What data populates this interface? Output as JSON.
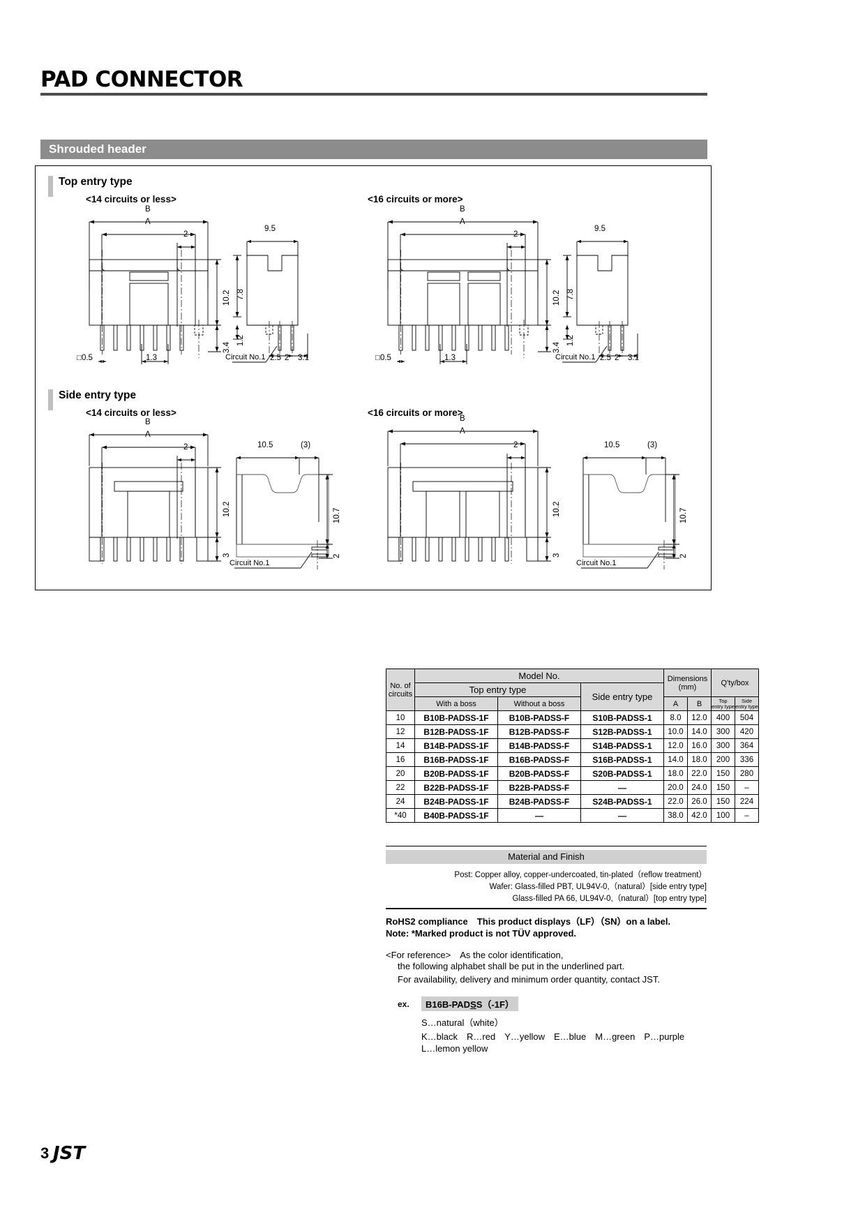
{
  "header": {
    "title": "PAD CONNECTOR",
    "section": "Shrouded header"
  },
  "groups": [
    {
      "label": "Top entry type",
      "variants": [
        {
          "caption": "<14 circuits or less>"
        },
        {
          "caption": "<16 circuits or more>"
        }
      ],
      "dimensions": {
        "B": "B",
        "A": "A",
        "pitch": "2",
        "height": "10.2",
        "tail": "3.4",
        "depth": "9.5",
        "body_h": "7.8",
        "lead_h": "1.2",
        "post": "□0.5",
        "edge": "1.3",
        "circuit_no": "Circuit No.1",
        "d25": "2.5",
        "d2": "2",
        "d31": "3.1"
      }
    },
    {
      "label": "Side entry type",
      "variants": [
        {
          "caption": "<14 circuits or less>"
        },
        {
          "caption": "<16 circuits or more>"
        }
      ],
      "dimensions": {
        "B": "B",
        "A": "A",
        "pitch": "2",
        "height": "10.2",
        "tail": "3",
        "depth": "10.5",
        "depth_ref": "(3)",
        "side_h": "10.7",
        "lead": "2",
        "circuit_no": "Circuit No.1"
      }
    }
  ],
  "table": {
    "headers": {
      "circuits": "No. of\ncircuits",
      "circuits_l1": "No. of",
      "circuits_l2": "circuits",
      "model_no": "Model No.",
      "top_entry": "Top entry type",
      "with_boss": "With a boss",
      "without_boss": "Without a boss",
      "side_entry": "Side entry type",
      "dimensions_l1": "Dimensions",
      "dimensions_l2": "(mm)",
      "col_a": "A",
      "col_b": "B",
      "qty_box": "Q'ty/box",
      "qty_top_l1": "Top",
      "qty_top_l2": "entry type",
      "qty_side_l1": "Side",
      "qty_side_l2": "entry type"
    },
    "rows": [
      {
        "circuits": "10",
        "with_boss": "B10B-PADSS-1F",
        "without_boss": "B10B-PADSS-F",
        "side_entry": "S10B-PADSS-1",
        "a": "8.0",
        "b": "12.0",
        "qty_top": "400",
        "qty_side": "504"
      },
      {
        "circuits": "12",
        "with_boss": "B12B-PADSS-1F",
        "without_boss": "B12B-PADSS-F",
        "side_entry": "S12B-PADSS-1",
        "a": "10.0",
        "b": "14.0",
        "qty_top": "300",
        "qty_side": "420"
      },
      {
        "circuits": "14",
        "with_boss": "B14B-PADSS-1F",
        "without_boss": "B14B-PADSS-F",
        "side_entry": "S14B-PADSS-1",
        "a": "12.0",
        "b": "16.0",
        "qty_top": "300",
        "qty_side": "364"
      },
      {
        "circuits": "16",
        "with_boss": "B16B-PADSS-1F",
        "without_boss": "B16B-PADSS-F",
        "side_entry": "S16B-PADSS-1",
        "a": "14.0",
        "b": "18.0",
        "qty_top": "200",
        "qty_side": "336"
      },
      {
        "circuits": "20",
        "with_boss": "B20B-PADSS-1F",
        "without_boss": "B20B-PADSS-F",
        "side_entry": "S20B-PADSS-1",
        "a": "18.0",
        "b": "22.0",
        "qty_top": "150",
        "qty_side": "280"
      },
      {
        "circuits": "22",
        "with_boss": "B22B-PADSS-1F",
        "without_boss": "B22B-PADSS-F",
        "side_entry": "—",
        "a": "20.0",
        "b": "24.0",
        "qty_top": "150",
        "qty_side": "–"
      },
      {
        "circuits": "24",
        "with_boss": "B24B-PADSS-1F",
        "without_boss": "B24B-PADSS-F",
        "side_entry": "S24B-PADSS-1",
        "a": "22.0",
        "b": "26.0",
        "qty_top": "150",
        "qty_side": "224"
      },
      {
        "circuits": "*40",
        "with_boss": "B40B-PADSS-1F",
        "without_boss": "—",
        "side_entry": "—",
        "a": "38.0",
        "b": "42.0",
        "qty_top": "100",
        "qty_side": "–"
      }
    ]
  },
  "material": {
    "bar_title": "Material and Finish",
    "lines": [
      "Post: Copper alloy, copper-undercoated, tin-plated（reflow treatment）",
      "Wafer: Glass-filled PBT, UL94V-0,（natural）[side entry type]",
      "Glass-filled PA 66, UL94V-0,（natural）[top entry type]"
    ]
  },
  "notes": {
    "rohs": "RoHS2 compliance　This product displays（LF）（SN）on a label.",
    "tuv": "Note: *Marked product is not TÜV approved.",
    "reference_1": "<For reference>　As the color identification,",
    "reference_2": "the following alphabet shall be put in the underlined part.",
    "reference_3": "For availability, delivery and minimum order quantity, contact JST.",
    "ex_label": "ex.",
    "ex_prefix": "B16B-PAD",
    "ex_underline": "S",
    "ex_suffix": "S（-1F）",
    "color_1": "S…natural（white）",
    "color_2": "K…black　R…red　Y…yellow　E…blue　M…green　P…purple",
    "color_3": "L…lemon yellow"
  },
  "footer": {
    "page_number": "3",
    "logo": "JST"
  },
  "colors": {
    "section_bar": "#8c8c8c",
    "table_header": "#d9d9d9",
    "material_bar": "#d0d0d0",
    "highlight": "#cfcfcf"
  }
}
